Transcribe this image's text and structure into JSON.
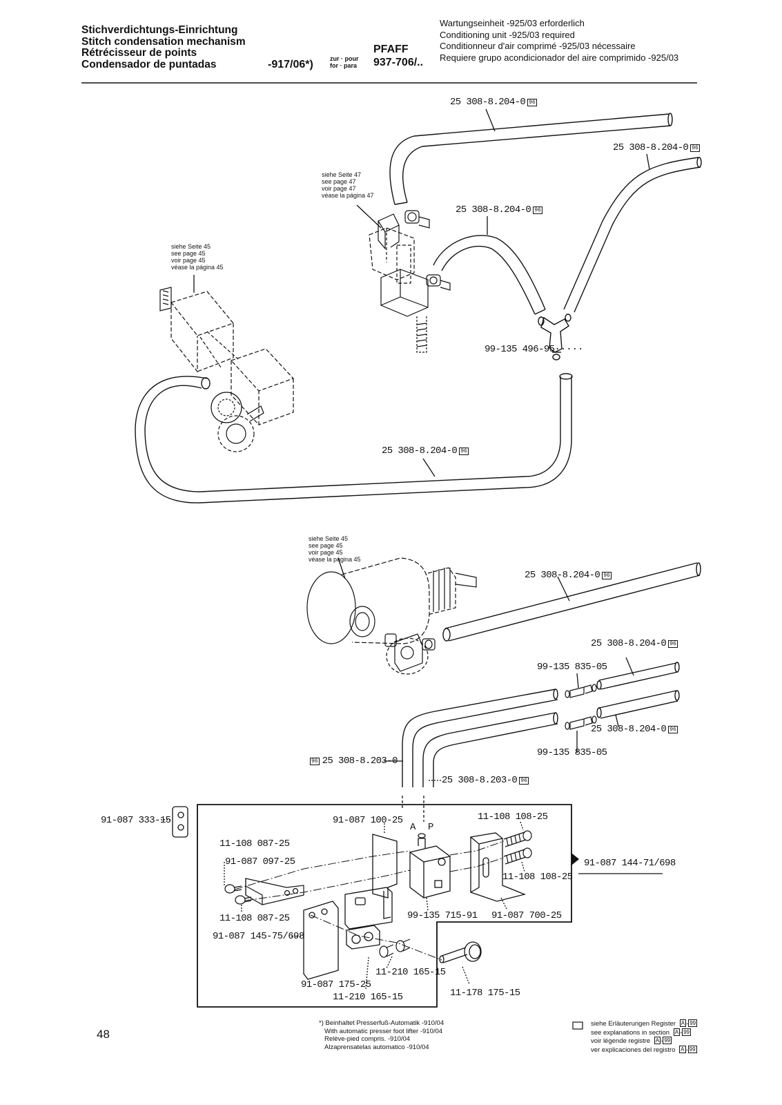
{
  "header": {
    "titles": [
      "Stichverdichtungs-Einrichtung",
      "Stitch condensation mechanism",
      "Rétrécisseur de points",
      "Condensador de puntadas"
    ],
    "model_suffix": "-917/06*)",
    "zur_pour": "zur · pour",
    "for_para": "for · para",
    "brand": "PFAFF",
    "machine": "937-706/..",
    "notes": [
      "Wartungseinheit -925/03 erforderlich",
      "Conditioning unit -925/03 required",
      "Conditionneur d'air comprimé -925/03 nécessaire",
      "Requiere grupo acondicionador del aire comprimido -925/03"
    ]
  },
  "references": {
    "page47": [
      "siehe Seite 47",
      "see page 47",
      "voir page 47",
      "véase la página 47"
    ],
    "page45": [
      "siehe Seite 45",
      "see page 45",
      "voir page 45",
      "véase la página 45"
    ]
  },
  "parts": {
    "hose_top": "25 308-8.204-0",
    "hose_right": "25 308-8.204-0",
    "hose_middle": "25 308-8.204-0",
    "hose_loop": "25 308-8.204-0",
    "tee": "99-135 496-95",
    "hose_lower_long": "25 308-8.204-0",
    "hose_lower_a": "25 308-8.204-0",
    "connector_a": "99-135 835-05",
    "hose_lower_b": "25 308-8.204-0",
    "connector_b": "99-135 835-05",
    "tube_a": "25 308-8.203-0",
    "tube_p": "25 308-8.203-0",
    "plate_small": "91-087 333-15",
    "screw_a": "11-108 087-25",
    "bracket": "91-087 097-25",
    "screw_b": "11-108 087-25",
    "plate_large": "91-087 145-75/698",
    "plate_mid": "91-087 100-25",
    "valve": "99-135 715-91",
    "angle": "91-087 700-25",
    "screw_c": "11-108 108-25",
    "screw_d": "11-108 108-25",
    "assembly": "91-087 144-71/698",
    "clamp": "91-087 175-25",
    "screw_e": "11-210 165-15",
    "screw_f": "11-210 165-15",
    "thumb_screw": "11-178 175-15",
    "port_a": "A",
    "port_p": "P",
    "section_tag": "96"
  },
  "footer": {
    "page_number": "48",
    "footnote": [
      "*) Beinhaltet Presserfuß-Automatik -910/04",
      "With automatic presser foot lifter -910/04",
      "Relève-pied compris. -910/04",
      "Alzaprensatelas automatico -910/04"
    ],
    "legend": [
      "siehe Erläuterungen Register",
      "see explanations in section",
      "voir légende registre",
      "ver explicaciones del registro"
    ],
    "register_a": "A",
    "register_99": "99"
  }
}
